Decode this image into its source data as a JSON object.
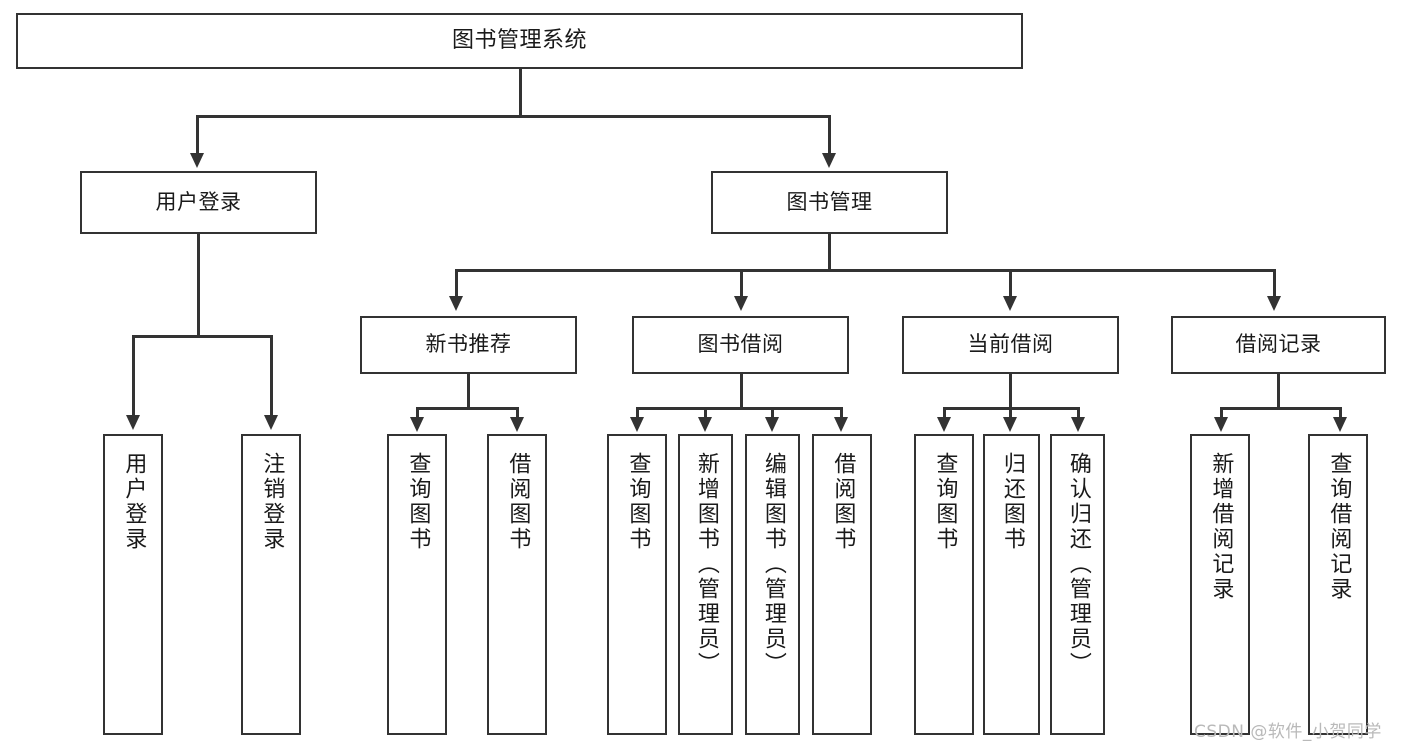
{
  "diagram": {
    "title": "图书管理系统",
    "type": "tree-hierarchy-chart",
    "root": {
      "label": "图书管理系统"
    },
    "level1": [
      {
        "label": "用户登录"
      },
      {
        "label": "图书管理"
      }
    ],
    "level2": [
      {
        "label": "新书推荐"
      },
      {
        "label": "图书借阅"
      },
      {
        "label": "当前借阅"
      },
      {
        "label": "借阅记录"
      }
    ],
    "leaves": {
      "user_login": [
        {
          "label": "用户登录"
        },
        {
          "label": "注销登录"
        }
      ],
      "new_book_recommend": [
        {
          "label": "查询图书"
        },
        {
          "label": "借阅图书"
        }
      ],
      "book_borrow": [
        {
          "label": "查询图书"
        },
        {
          "label": "新增图书（管理员）"
        },
        {
          "label": "编辑图书（管理员）"
        },
        {
          "label": "借阅图书"
        }
      ],
      "current_borrow": [
        {
          "label": "查询图书"
        },
        {
          "label": "归还图书"
        },
        {
          "label": "确认归还（管理员）"
        }
      ],
      "borrow_record": [
        {
          "label": "新增借阅记录"
        },
        {
          "label": "查询借阅记录"
        }
      ]
    }
  },
  "watermark": {
    "text": "CSDN @软件_小贺同学"
  },
  "colors": {
    "stroke": "#333333",
    "background": "#ffffff",
    "text": "#1a1a1a",
    "watermark": "#b9b9b9"
  }
}
